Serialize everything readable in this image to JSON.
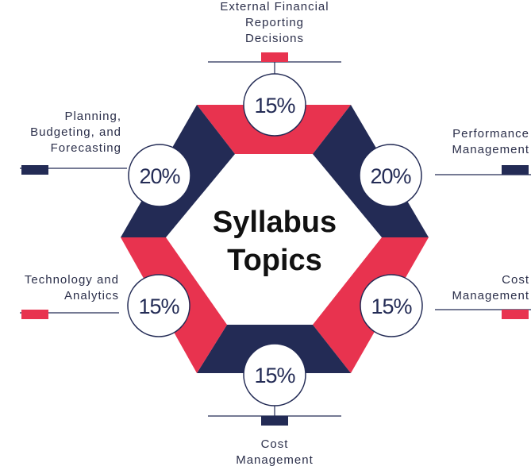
{
  "center": {
    "line1": "Syllabus",
    "line2": "Topics"
  },
  "colors": {
    "navy": "#232b55",
    "red": "#e8334f",
    "stroke": "#232b55"
  },
  "topics": [
    {
      "id": "external-financial-reporting",
      "label": "External Financial\nReporting\nDecisions",
      "percent": "15%",
      "segment_color": "red"
    },
    {
      "id": "performance-management",
      "label": "Performance\nManagement",
      "percent": "20%",
      "segment_color": "navy"
    },
    {
      "id": "cost-management-right",
      "label": "Cost\nManagement",
      "percent": "15%",
      "segment_color": "red"
    },
    {
      "id": "cost-management-bottom",
      "label": "Cost\nManagement",
      "percent": "15%",
      "segment_color": "navy"
    },
    {
      "id": "technology-and-analytics",
      "label": "Technology and\nAnalytics",
      "percent": "15%",
      "segment_color": "red"
    },
    {
      "id": "planning-budgeting-forecasting",
      "label": "Planning,\nBudgeting, and\nForecasting",
      "percent": "20%",
      "segment_color": "navy"
    }
  ]
}
